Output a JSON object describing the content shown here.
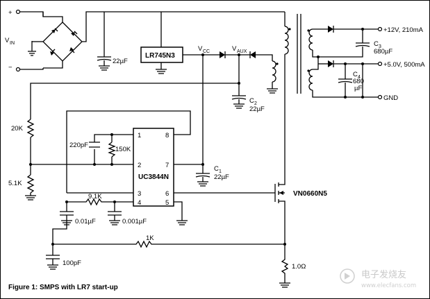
{
  "labels": {
    "vin_plus": "+",
    "vin_minus": "−",
    "vin": "V",
    "vin_sub": "IN",
    "cap_bridge": "22µF",
    "regulator": "LR745N3",
    "vcc": "V",
    "vcc_sub": "CC",
    "vaux": "V",
    "vaux_sub": "AUX",
    "c2": "C",
    "c2_sub": "2",
    "c2_val": "22µF",
    "out_12v": "+12V, 210mA",
    "out_5v": "+5.0V, 500mA",
    "gnd": "GND",
    "c3": "C",
    "c3_sub": "3",
    "c3_val": "680µF",
    "c4": "C",
    "c4_sub": "4",
    "c4_val1": "680",
    "c4_val2": "µF",
    "r20k": "20K",
    "r51k": "5.1K",
    "c220p": "220pF",
    "r150k": "150K",
    "ic": "UC3844N",
    "pin1": "1",
    "pin2": "2",
    "pin3": "3",
    "pin4": "4",
    "pin5": "5",
    "pin6": "6",
    "pin7": "7",
    "pin8": "8",
    "c1": "C",
    "c1_sub": "1",
    "c1_val": "22µF",
    "mosfet": "VN0660N5",
    "r91k": "9.1K",
    "c001a": "0.01µF",
    "c0001": "0.001µF",
    "r1k": "1K",
    "c100p": "100pF",
    "r1ohm": "1.0Ω",
    "caption": "Figure 1:  SMPS with LR7 start-up",
    "watermark": "电子发烧友",
    "watermark_url": "www.elecfans.com"
  }
}
